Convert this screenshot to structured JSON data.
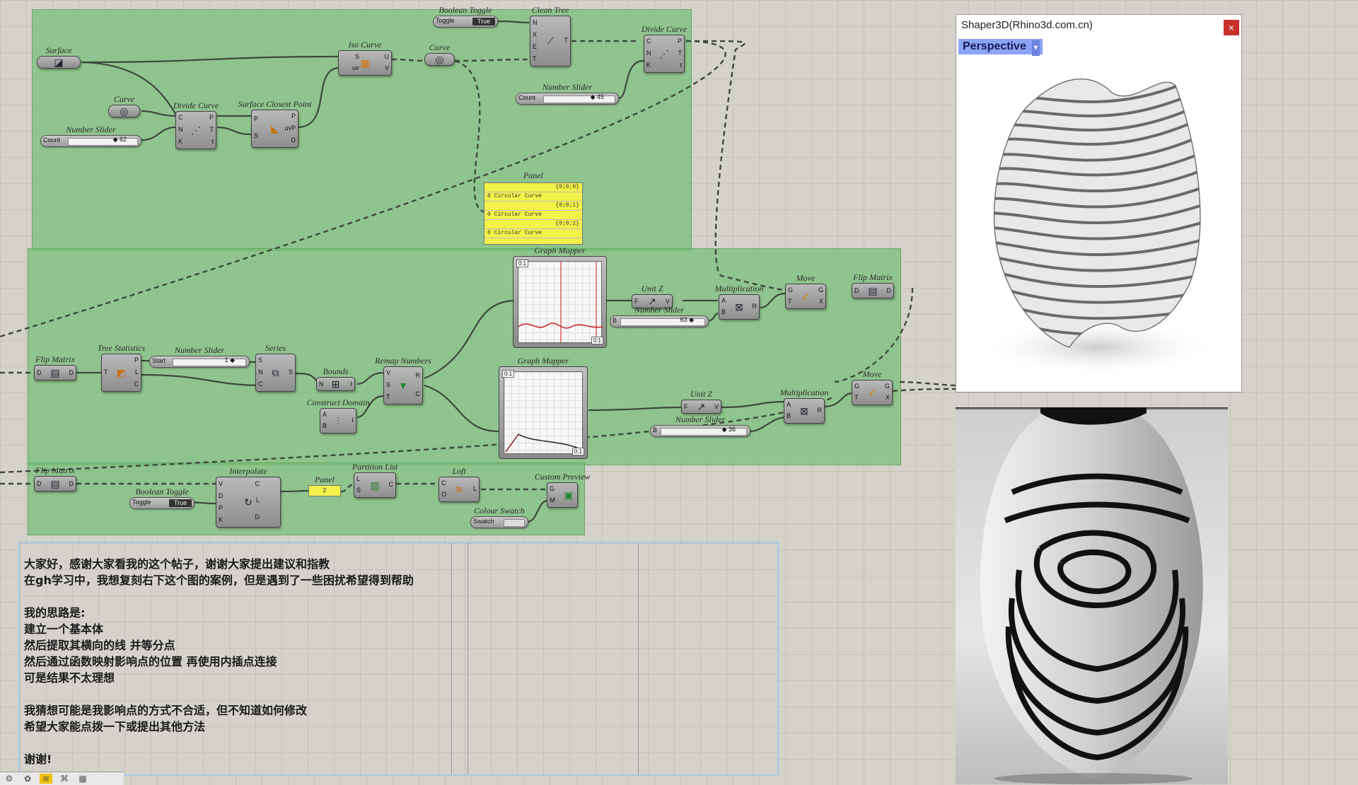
{
  "components": {
    "surface": {
      "title": "Surface"
    },
    "curve_a": {
      "title": "Curve"
    },
    "slider_a": {
      "title": "Number Slider",
      "label": "Count",
      "value": "◆ 62"
    },
    "divide_a": {
      "title": "Divide Curve",
      "in": [
        "C",
        "N",
        "K"
      ],
      "out": [
        "P",
        "T",
        "t"
      ]
    },
    "scp": {
      "title": "Surface Closest Point",
      "in": [
        "P",
        "S"
      ],
      "out": [
        "P",
        "uvP",
        "D"
      ]
    },
    "iso": {
      "title": "Iso Curve",
      "in": [
        "S",
        "uv"
      ],
      "out": [
        "U",
        "V"
      ]
    },
    "curve_b": {
      "title": "Curve"
    },
    "bool_a": {
      "title": "Boolean Toggle",
      "label": "Toggle",
      "value": "True"
    },
    "clean": {
      "title": "Clean Tree",
      "in": [
        "N",
        "X",
        "E",
        "T"
      ],
      "out": [
        "T"
      ]
    },
    "slider_b": {
      "title": "Number Slider",
      "label": "Count",
      "value": "◆ 45"
    },
    "divide_b": {
      "title": "Divide Curve",
      "in": [
        "C",
        "N",
        "K"
      ],
      "out": [
        "P",
        "T",
        "t"
      ]
    },
    "panel_a": {
      "title": "Panel",
      "rows": [
        "{0;0;0}",
        "0 Circular Curve",
        "{0;0;1}",
        "0 Circular Curve",
        "{0;0;2}",
        "0 Circular Curve"
      ]
    },
    "graph_a": {
      "title": "Graph Mapper",
      "tag_tl": "0:1",
      "tag_br": "0:1"
    },
    "unitz_a": {
      "title": "Unit Z",
      "in": [
        "F"
      ],
      "out": [
        "V"
      ]
    },
    "mult_a": {
      "title": "Multiplication",
      "in": [
        "A",
        "B"
      ],
      "out": [
        "R"
      ]
    },
    "slider_c": {
      "title": "Number Slider",
      "label": "B",
      "value": "63 ◆"
    },
    "move_a": {
      "title": "Move",
      "in": [
        "G",
        "T"
      ],
      "out": [
        "G",
        "X"
      ]
    },
    "flip_a": {
      "title": "Flip Matrix",
      "in": [
        "D"
      ],
      "out": [
        "D"
      ]
    },
    "flip_b": {
      "title": "Flip Matrix",
      "in": [
        "D"
      ],
      "out": [
        "D"
      ]
    },
    "tree": {
      "title": "Tree Statistics",
      "in": [
        "T"
      ],
      "out": [
        "P",
        "L",
        "C"
      ]
    },
    "slider_d": {
      "title": "Number Slider",
      "label": "Start",
      "value": "1 ◆"
    },
    "series": {
      "title": "Series",
      "in": [
        "S",
        "N",
        "C"
      ],
      "out": [
        "S"
      ]
    },
    "bounds": {
      "title": "Bounds",
      "in": [
        "N"
      ],
      "out": [
        "I"
      ]
    },
    "remap": {
      "title": "Remap Numbers",
      "in": [
        "V",
        "S",
        "T"
      ],
      "out": [
        "R",
        "C"
      ]
    },
    "cdom": {
      "title": "Construct Domain",
      "in": [
        "A",
        "B"
      ],
      "out": [
        "I"
      ]
    },
    "graph_b": {
      "title": "Graph Mapper",
      "tag_tl": "0:1",
      "tag_br": "0:1"
    },
    "unitz_b": {
      "title": "Unit Z",
      "in": [
        "F"
      ],
      "out": [
        "V"
      ]
    },
    "mult_b": {
      "title": "Multiplication",
      "in": [
        "A",
        "B"
      ],
      "out": [
        "R"
      ]
    },
    "slider_e": {
      "title": "Number Slider",
      "label": "B",
      "value": "◆ 36"
    },
    "move_b": {
      "title": "Move",
      "in": [
        "G",
        "T"
      ],
      "out": [
        "G",
        "X"
      ]
    },
    "flip_c": {
      "title": "Flip Matrix",
      "in": [
        "D"
      ],
      "out": [
        "D"
      ]
    },
    "bool_b": {
      "title": "Boolean Toggle",
      "label": "Toggle",
      "value": "True"
    },
    "interp": {
      "title": "Interpolate",
      "in": [
        "V",
        "D",
        "P",
        "K"
      ],
      "out": [
        "C",
        "L",
        "D"
      ]
    },
    "panel_b": {
      "title": "Panel",
      "value": "2"
    },
    "partition": {
      "title": "Partition List",
      "in": [
        "L",
        "S"
      ],
      "out": [
        "C"
      ]
    },
    "loft": {
      "title": "Loft",
      "in": [
        "C",
        "O"
      ],
      "out": [
        "L"
      ]
    },
    "preview": {
      "title": "Custom Preview",
      "in": [
        "G",
        "M"
      ]
    },
    "swatch": {
      "title": "Colour Swatch",
      "label": "Swatch"
    }
  },
  "note": {
    "lines": [
      "大家好，感谢大家看我的这个帖子，谢谢大家提出建议和指教",
      "在gh学习中，我想复刻右下这个图的案例，但是遇到了一些困扰希望得到帮助",
      "",
      "我的思路是:",
      "建立一个基本体",
      "然后提取其横向的线 并等分点",
      "然后通过函数映射影响点的位置 再使用内插点连接",
      "可是结果不太理想",
      "",
      "我猜想可能是我影响点的方式不合适，但不知道如何修改",
      "希望大家能点拨一下或提出其他方法",
      "",
      "谢谢!"
    ]
  },
  "viewport": {
    "title": "Shaper3D(Rhino3d.com.cn)",
    "tab": "Perspective",
    "close": "×"
  }
}
